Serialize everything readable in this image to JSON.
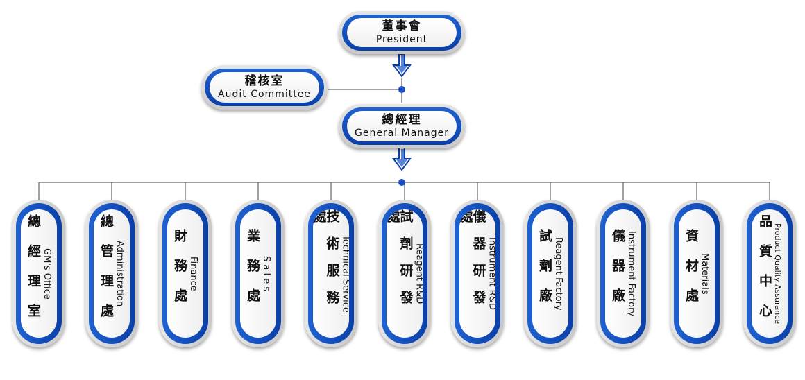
{
  "president": {
    "zh": "董事會",
    "en": "President"
  },
  "audit": {
    "zh": "稽核室",
    "en": "Audit Committee"
  },
  "gm": {
    "zh": "總經理",
    "en": "General Manager"
  },
  "departments": [
    {
      "zh": "總經理室",
      "en": "GM's Office"
    },
    {
      "zh": "總管理處",
      "en": "Administration"
    },
    {
      "zh": "財務處",
      "en": "Finance"
    },
    {
      "zh": "業務處",
      "en": "S a l e s"
    },
    {
      "zh": "技術服務處",
      "en": "Technical Service"
    },
    {
      "zh": "試劑研發處",
      "en": "Reagent R&D"
    },
    {
      "zh": "儀器研發處",
      "en": "Instrument R&D"
    },
    {
      "zh": "試劑廠",
      "en": "Reagent Factory"
    },
    {
      "zh": "儀器廠",
      "en": "Instrument Factory"
    },
    {
      "zh": "資材處",
      "en": "Materials"
    },
    {
      "zh": "品質中心",
      "en": "Product Quality Assurance"
    }
  ],
  "colors": {
    "accent": "#0a3fa8",
    "connector": "#444444",
    "dot": "#1a4fc4"
  }
}
